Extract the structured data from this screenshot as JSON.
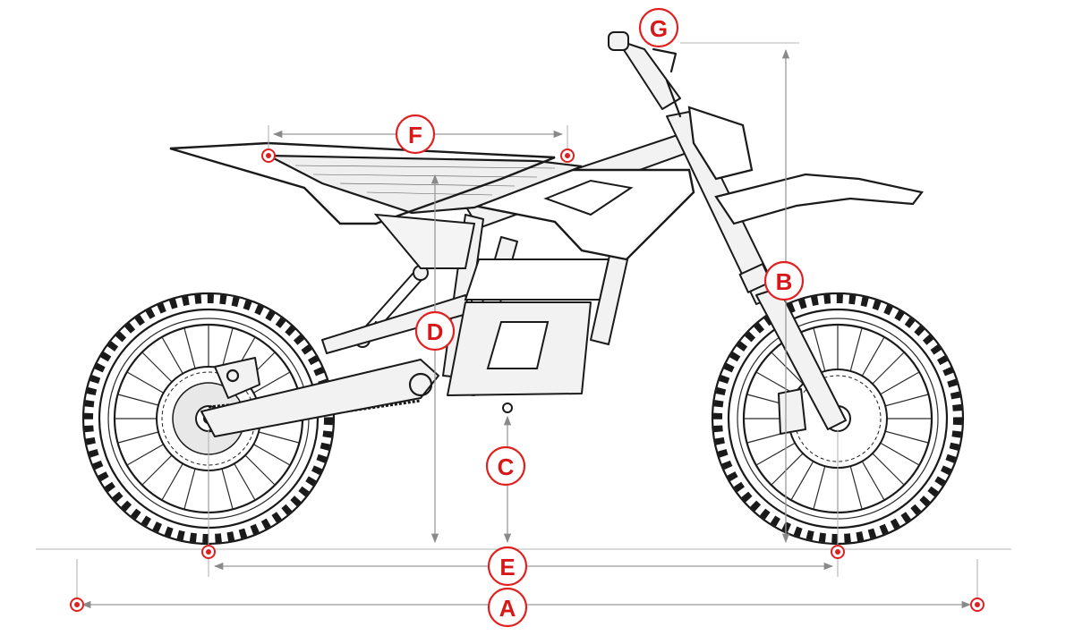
{
  "labels": {
    "a": "A",
    "b": "B",
    "c": "C",
    "d": "D",
    "e": "E",
    "f": "F",
    "g": "G"
  },
  "colors": {
    "accent": "#e02020",
    "ink": "#1a1a1a",
    "dimension_line": "#9a9a9a"
  }
}
